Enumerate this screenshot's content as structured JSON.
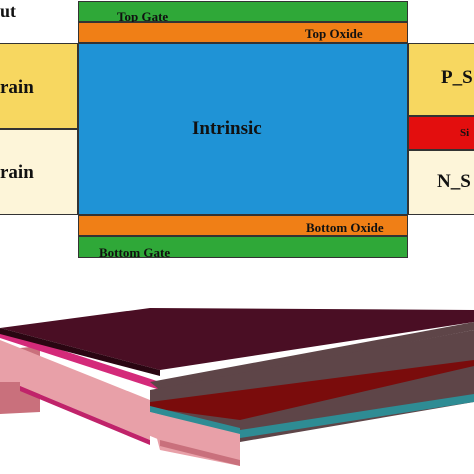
{
  "diagram": {
    "corner_text": "ut",
    "top_gate_label": "Top Gate",
    "top_oxide_label": "Top Oxide",
    "channel_label": "Intrinsic",
    "bottom_oxide_label": "Bottom Oxide",
    "bottom_gate_label": "Bottom Gate",
    "left_upper_label": "rain",
    "left_lower_label": "rain",
    "right_upper_label": "P_S",
    "right_middle_label": "Si",
    "right_lower_label": "N_S"
  },
  "colors": {
    "gate": "#2fa838",
    "oxide": "#f07f16",
    "channel": "#1f93d6",
    "drain_upper": "#f7d760",
    "drain_lower": "#fdf5d9",
    "p_source": "#f7d760",
    "red_region": "#e30e0e",
    "n_source": "#fdf5d9",
    "body3d_top": "#4a0e24",
    "body3d_pink": "#e8a0a8",
    "body3d_magenta": "#d42a7a",
    "body3d_teal": "#2e8c94",
    "body3d_dark_red": "#7a0c0c",
    "body3d_brown": "#5e4548"
  }
}
